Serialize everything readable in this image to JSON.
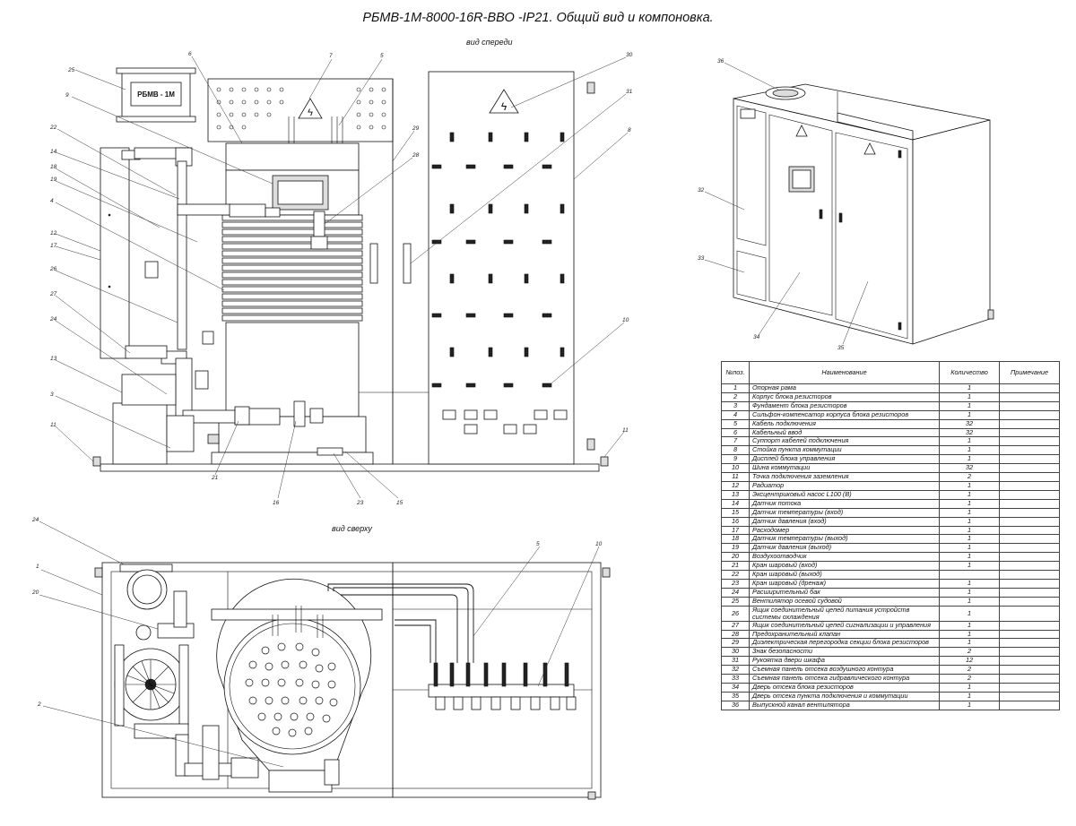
{
  "title": "РБМВ-1М-8000-16R-ВВО -IP21. Общий вид и компоновка.",
  "views": {
    "front": "вид спереди",
    "top": "вид сверху"
  },
  "fan_label": "РБМВ - 1М",
  "callouts": {
    "front": [
      "25",
      "6",
      "7",
      "5",
      "30",
      "9",
      "22",
      "14",
      "18",
      "19",
      "4",
      "12",
      "17",
      "26",
      "27",
      "24",
      "13",
      "3",
      "11",
      "29",
      "28",
      "31",
      "8",
      "10",
      "11",
      "21",
      "16",
      "23",
      "15"
    ],
    "top": [
      "24",
      "1",
      "20",
      "2",
      "5",
      "10"
    ],
    "iso": [
      "36",
      "32",
      "33",
      "34",
      "35"
    ]
  },
  "table": {
    "headers": [
      "№поз.",
      "Наименование",
      "Количество",
      "Примечание"
    ],
    "rows": [
      {
        "pos": "1",
        "name": "Опорная рама",
        "qty": "1",
        "note": ""
      },
      {
        "pos": "2",
        "name": "Корпус блока резисторов",
        "qty": "1",
        "note": ""
      },
      {
        "pos": "3",
        "name": "Фундамент блока резисторов",
        "qty": "1",
        "note": ""
      },
      {
        "pos": "4",
        "name": "Сильфон-компенсатор корпуса блока резисторов",
        "qty": "1",
        "note": ""
      },
      {
        "pos": "5",
        "name": "Кабель подключения",
        "qty": "32",
        "note": ""
      },
      {
        "pos": "6",
        "name": "Кабельный ввод",
        "qty": "32",
        "note": ""
      },
      {
        "pos": "7",
        "name": "Суппорт кабелей подключения",
        "qty": "1",
        "note": ""
      },
      {
        "pos": "8",
        "name": "Стойка пункта коммутации",
        "qty": "1",
        "note": ""
      },
      {
        "pos": "9",
        "name": "Дисплей блока управления",
        "qty": "1",
        "note": ""
      },
      {
        "pos": "10",
        "name": "Шина коммутации",
        "qty": "32",
        "note": ""
      },
      {
        "pos": "11",
        "name": "Точка подключения заземления",
        "qty": "2",
        "note": ""
      },
      {
        "pos": "12",
        "name": "Радиатор",
        "qty": "1",
        "note": ""
      },
      {
        "pos": "13",
        "name": "Эксцентриковый насос L100 (В)",
        "qty": "1",
        "note": ""
      },
      {
        "pos": "14",
        "name": "Датчик потока",
        "qty": "1",
        "note": ""
      },
      {
        "pos": "15",
        "name": "Датчик температуры (вход)",
        "qty": "1",
        "note": ""
      },
      {
        "pos": "16",
        "name": "Датчик давления (вход)",
        "qty": "1",
        "note": ""
      },
      {
        "pos": "17",
        "name": "Расходомер",
        "qty": "1",
        "note": ""
      },
      {
        "pos": "18",
        "name": "Датчик температуры (выход)",
        "qty": "1",
        "note": ""
      },
      {
        "pos": "19",
        "name": "Датчик давления (выход)",
        "qty": "1",
        "note": ""
      },
      {
        "pos": "20",
        "name": "Воздухоотводчик",
        "qty": "1",
        "note": ""
      },
      {
        "pos": "21",
        "name": "Кран шаровый (вход)",
        "qty": "1",
        "note": ""
      },
      {
        "pos": "22",
        "name": "Кран шаровый (выход)",
        "qty": "",
        "note": ""
      },
      {
        "pos": "23",
        "name": "Кран шаровый (дренаж)",
        "qty": "1",
        "note": ""
      },
      {
        "pos": "24",
        "name": "Расширительный бак",
        "qty": "1",
        "note": ""
      },
      {
        "pos": "25",
        "name": "Вентилятор осевой судовой",
        "qty": "1",
        "note": ""
      },
      {
        "pos": "26",
        "name": "Ящик соединительный цепей питания устройств системы охлаждения",
        "qty": "1",
        "note": ""
      },
      {
        "pos": "27",
        "name": "Ящик соединительный цепей сигнализации и управления",
        "qty": "1",
        "note": ""
      },
      {
        "pos": "28",
        "name": "Предохранительный клапан",
        "qty": "1",
        "note": ""
      },
      {
        "pos": "29",
        "name": "Диэлектрическая перегородка секции блока резисторов",
        "qty": "1",
        "note": ""
      },
      {
        "pos": "30",
        "name": "Знак безопасности",
        "qty": "2",
        "note": ""
      },
      {
        "pos": "31",
        "name": "Рукоятка двери шкафа",
        "qty": "12",
        "note": ""
      },
      {
        "pos": "32",
        "name": "Съемная панель отсека воздушного контура",
        "qty": "2",
        "note": ""
      },
      {
        "pos": "33",
        "name": "Съемная панель отсека гидравлического контура",
        "qty": "2",
        "note": ""
      },
      {
        "pos": "34",
        "name": "Дверь отсека блока резисторов",
        "qty": "1",
        "note": ""
      },
      {
        "pos": "35",
        "name": "Дверь отсека пункта подключения и коммутации",
        "qty": "1",
        "note": ""
      },
      {
        "pos": "36",
        "name": "Выпускной канал вентилятора",
        "qty": "1",
        "note": ""
      }
    ]
  }
}
